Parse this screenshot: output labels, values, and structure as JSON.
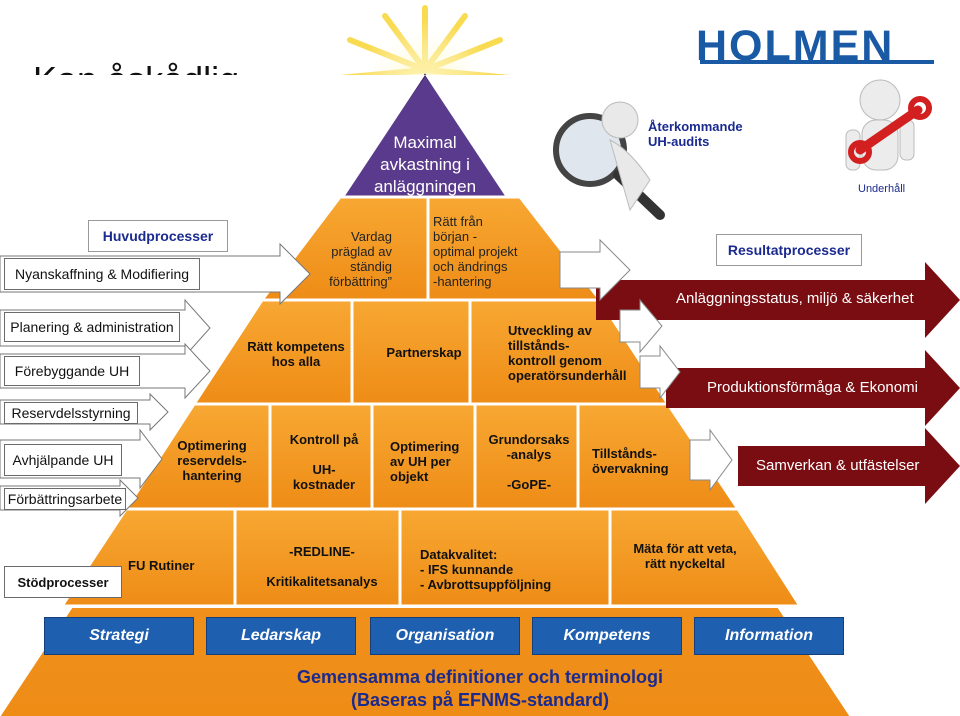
{
  "title": "Kan åskådlig-\ngöras så här:",
  "logo": "HOLMEN",
  "top_labels": {
    "recurring_audits": "Återkommande\nUH-audits",
    "maintenance": "Underhåll"
  },
  "pyramid_top": "Maximal\navkastning i\nanläggningen",
  "main_processes": {
    "header": "Huvudprocesser",
    "items": [
      "Nyanskaffning & Modifiering",
      "Planering & administration",
      "Förebyggande UH",
      "Reservdelsstyrning",
      "Avhjälpande UH",
      "Förbättringsarbete"
    ]
  },
  "result_processes": {
    "header": "Resultatprocesser",
    "arrows": [
      "Anläggningsstatus, miljö & säkerhet",
      "Produktionsförmåga & Ekonomi",
      "Samverkan & utfästelser"
    ]
  },
  "pyramid_cells": {
    "daily": "Vardag\npräglad av\n ständig\nförbättring”",
    "right_from_start": "Rätt från\nbörjan -\noptimal projekt\noch ändrings\n-hantering",
    "competence": "Rätt kompetens\nhos alla",
    "partnership": "Partnerskap",
    "condition_dev": "Utveckling av\ntillstånds-\nkontroll genom\noperatörsunderhåll",
    "spare_parts": "Optimering\nreservdels-\nhantering",
    "cost_control": "Kontroll på\n\nUH-\nkostnader",
    "opt_per_object": "Optimering\nav UH per\nobjekt",
    "root_cause": "Grundorsaks\n-analys\n\n-GoPE-",
    "condition_monitoring": "Tillstånds-\növervakning",
    "fu_routines": "FU Rutiner",
    "redline": "-REDLINE-\n\nKritikalitetsanalys",
    "data_quality": "Datakvalitet:\n- IFS kunnande\n- Avbrottsuppföljning",
    "measure": "Mäta för att veta,\nrätt nyckeltal"
  },
  "support_processes": "Stödprocesser",
  "foundation": [
    "Strategi",
    "Ledarskap",
    "Organisation",
    "Kompetens",
    "Information"
  ],
  "footer": {
    "line1": "Gemensamma definitioner och terminologi",
    "line2": "(Baseras på EFNMS-standard)"
  },
  "colors": {
    "orange_light": "#f6a12b",
    "orange_dark": "#e47f0c",
    "arrow_red": "#7a0d12",
    "blue": "#1f5fb0",
    "purple_top": "#5a3a8c"
  }
}
